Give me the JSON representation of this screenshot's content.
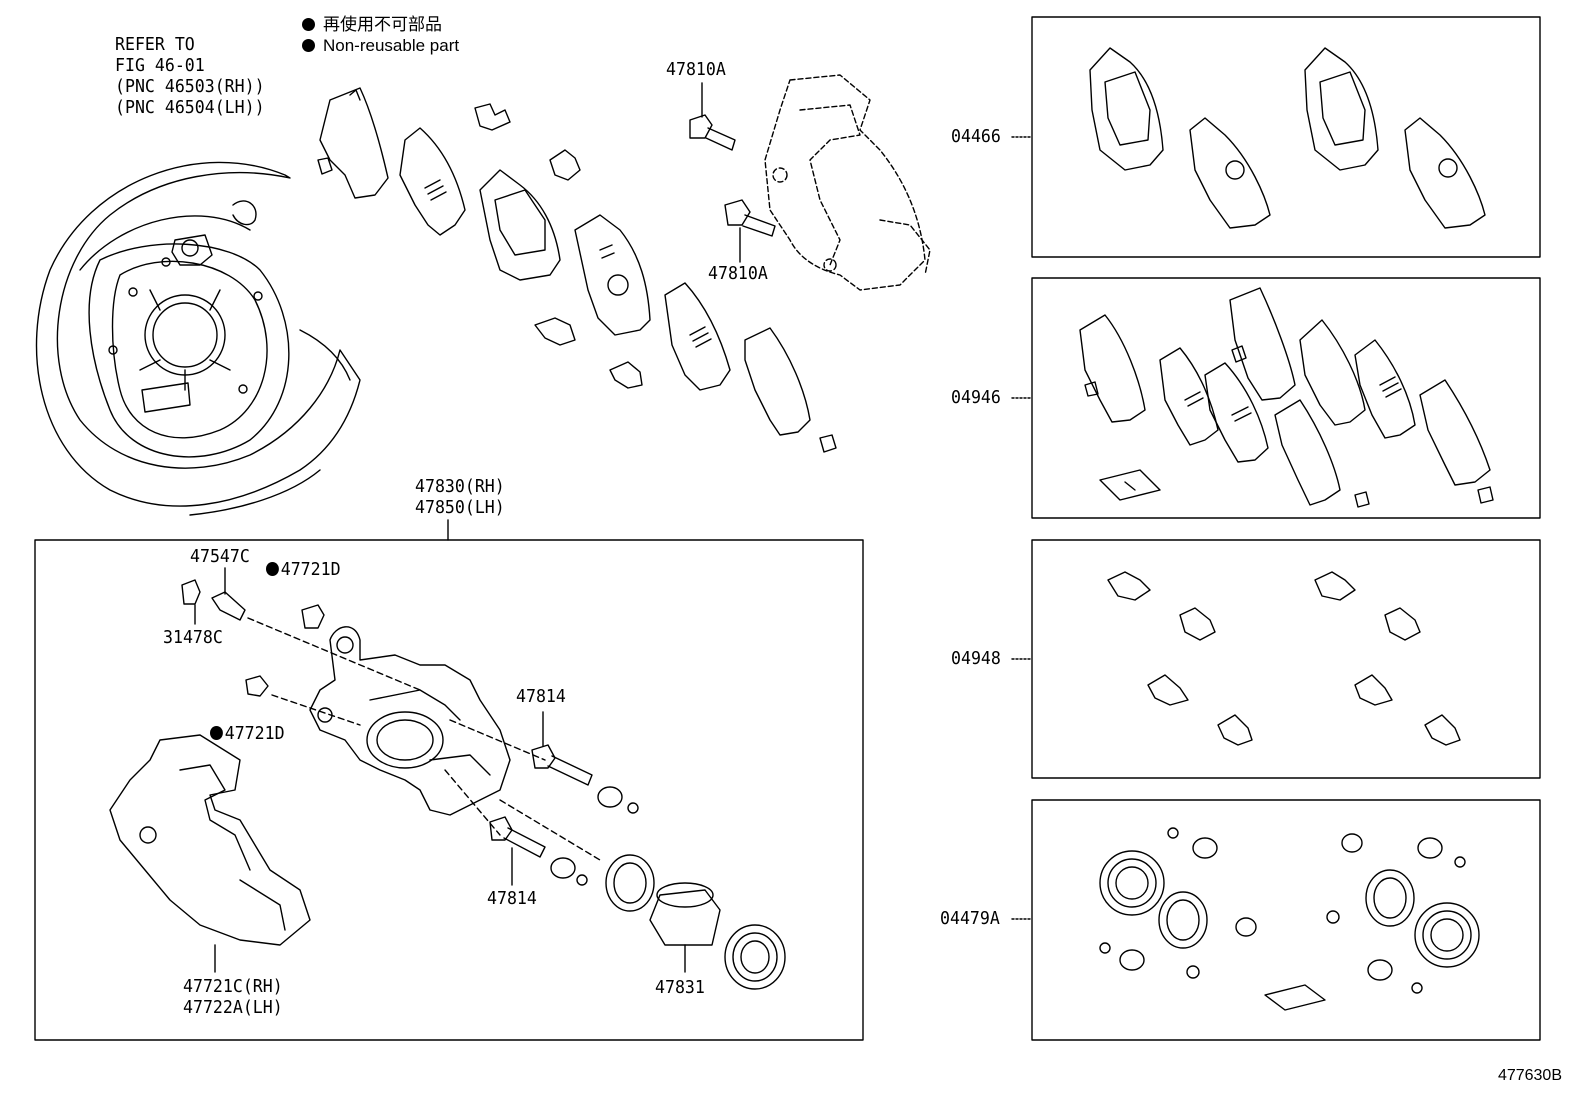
{
  "legend": {
    "jp": "再使用不可部品",
    "en": "Non-reusable part"
  },
  "refer": {
    "line1": "REFER TO",
    "line2": "FIG 46-01",
    "line3": "(PNC 46503(RH))",
    "line4": "(PNC 46504(LH))"
  },
  "labels": {
    "bolt_upper": "47810A",
    "bolt_lower": "47810A",
    "assy_rh": "47830(RH)",
    "assy_lh": "47850(LH)",
    "bleeder": "47547C",
    "bleeder_cap": "31478C",
    "plug_upper": "47721D",
    "plug_lower": "47721D",
    "pin_upper": "47814",
    "pin_lower": "47814",
    "piston": "47831",
    "mount_rh": "47721C(RH)",
    "mount_lh": "47722A(LH)"
  },
  "kits": {
    "pads": "04466",
    "shims": "04946",
    "clips": "04948",
    "seal_kit": "04479A"
  },
  "figure_id": "477630B"
}
